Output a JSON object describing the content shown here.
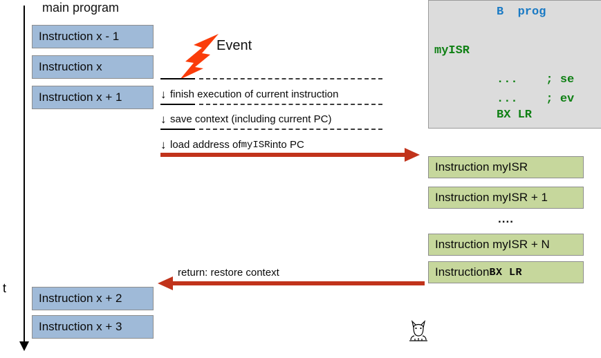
{
  "diagram": {
    "title_main": "main program",
    "time_axis_label": "t",
    "event_label": "Event"
  },
  "main_program": {
    "before": [
      {
        "label": "Instruction x - 1"
      },
      {
        "label": "Instruction x"
      },
      {
        "label": "Instruction x + 1"
      }
    ],
    "after": [
      {
        "label": "Instruction x + 2"
      },
      {
        "label": "Instruction x + 3"
      }
    ]
  },
  "isr_sequence": {
    "items": [
      {
        "label": "Instruction myISR",
        "mono": ""
      },
      {
        "label": "Instruction myISR + 1",
        "mono": ""
      },
      {
        "label": "Instruction myISR + N",
        "mono": ""
      },
      {
        "label": "Instruction ",
        "mono": "BX LR"
      }
    ],
    "ellipsis": "...."
  },
  "steps": [
    {
      "arrow": "↓",
      "text": "finish execution of current instruction",
      "mono": "",
      "tail": ""
    },
    {
      "arrow": "↓",
      "text": "save context (including current PC)",
      "mono": "",
      "tail": ""
    },
    {
      "arrow": "↓",
      "text": "load address of ",
      "mono": "myISR",
      "tail": " into PC"
    }
  ],
  "return_arrow": {
    "label": "return:   restore context"
  },
  "code_panel": {
    "lines": [
      {
        "text": "B  prog",
        "color_name": "blue"
      },
      {
        "text": "myISR",
        "color_name": "green"
      },
      {
        "text": "...    ; se",
        "color_name": "green"
      },
      {
        "text": "...    ; ev",
        "color_name": "green"
      },
      {
        "text": "BX LR",
        "color_name": "green"
      }
    ]
  },
  "colors": {
    "main_box": "#9fbad8",
    "isr_box": "#c6d79c",
    "arrow_red": "#c1331b",
    "bolt_red": "#fa3c0a",
    "code_bg": "#dcdcdc",
    "code_blue": "#1a7ac4",
    "code_green": "#0f8014"
  }
}
